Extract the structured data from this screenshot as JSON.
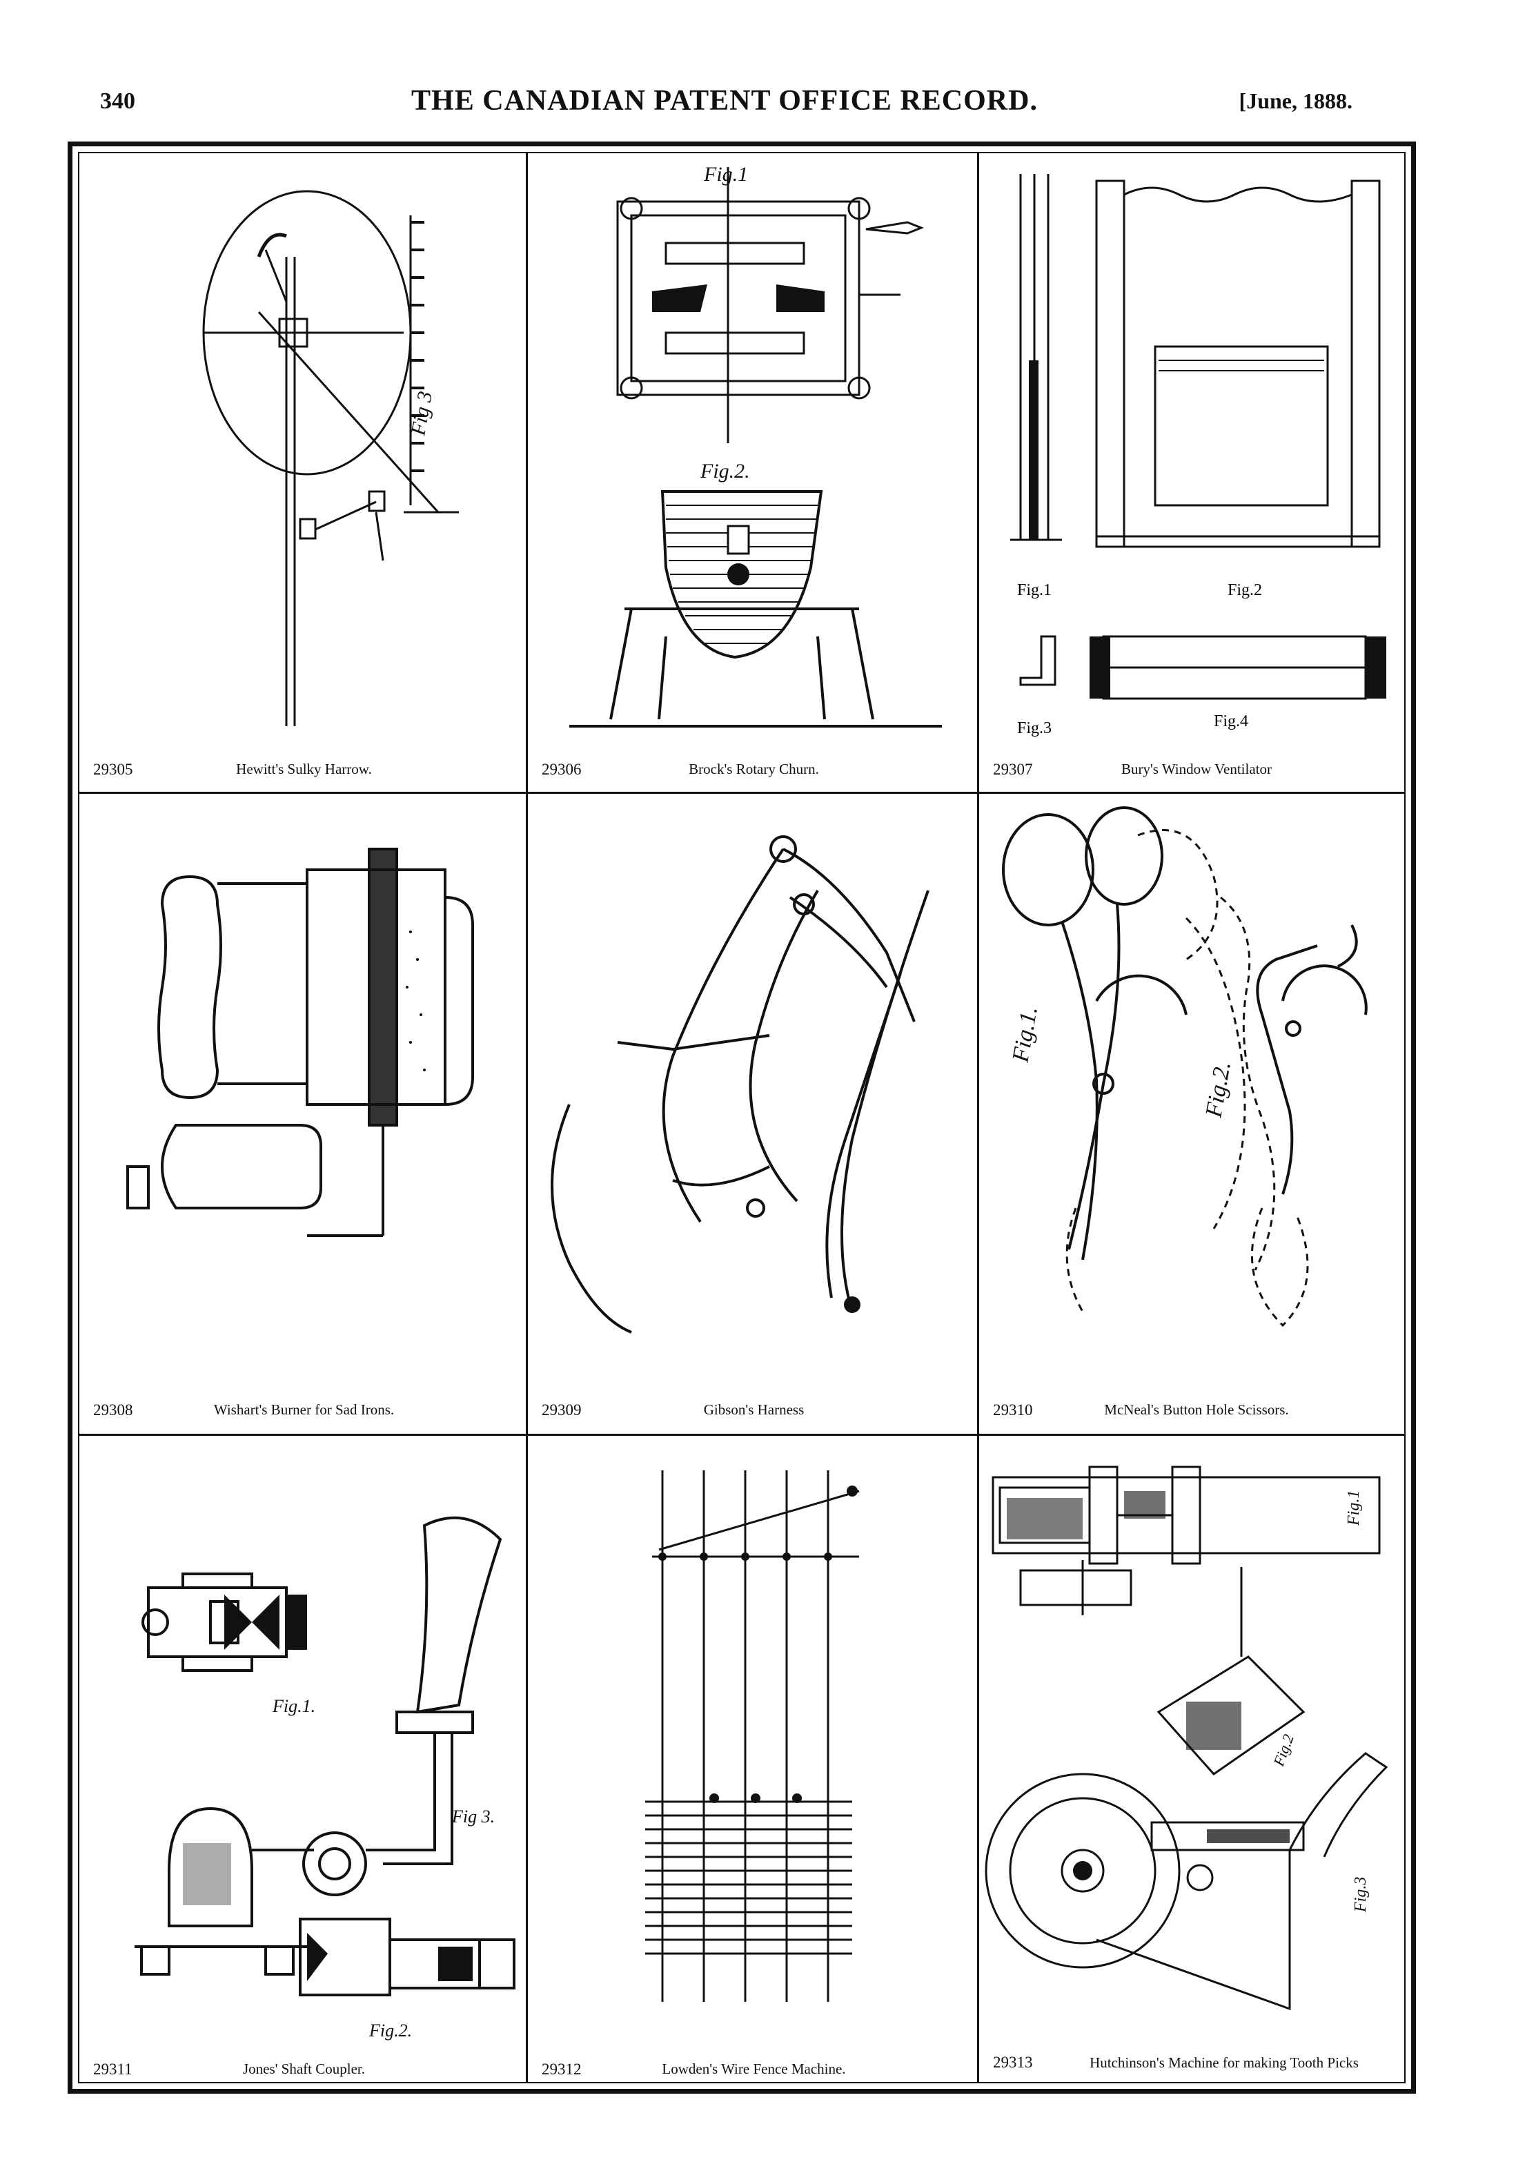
{
  "header": {
    "page_number": "340",
    "title": "THE CANADIAN PATENT OFFICE RECORD.",
    "date": "[June, 1888."
  },
  "patents": [
    {
      "number": "29305",
      "name": "Hewitt's Sulky Harrow.",
      "figure_labels": [
        "Fig 3"
      ]
    },
    {
      "number": "29306",
      "name": "Brock's Rotary Churn.",
      "figure_labels": [
        "Fig.1",
        "Fig.2."
      ]
    },
    {
      "number": "29307",
      "name": "Bury's Window Ventilator",
      "figure_labels": [
        "Fig.1",
        "Fig.2",
        "Fig.3",
        "Fig.4"
      ]
    },
    {
      "number": "29308",
      "name": "Wishart's Burner for Sad Irons.",
      "figure_labels": []
    },
    {
      "number": "29309",
      "name": "Gibson's Harness",
      "figure_labels": []
    },
    {
      "number": "29310",
      "name": "McNeal's Button Hole Scissors.",
      "figure_labels": [
        "Fig.1.",
        "Fig.2."
      ]
    },
    {
      "number": "29311",
      "name": "Jones' Shaft Coupler.",
      "figure_labels": [
        "Fig.1.",
        "Fig.2.",
        "Fig 3."
      ]
    },
    {
      "number": "29312",
      "name": "Lowden's Wire Fence Machine.",
      "figure_labels": []
    },
    {
      "number": "29313",
      "name": "Hutchinson's Machine for making Tooth Picks",
      "figure_labels": [
        "Fig.1",
        "Fig.2",
        "Fig.3"
      ]
    }
  ]
}
